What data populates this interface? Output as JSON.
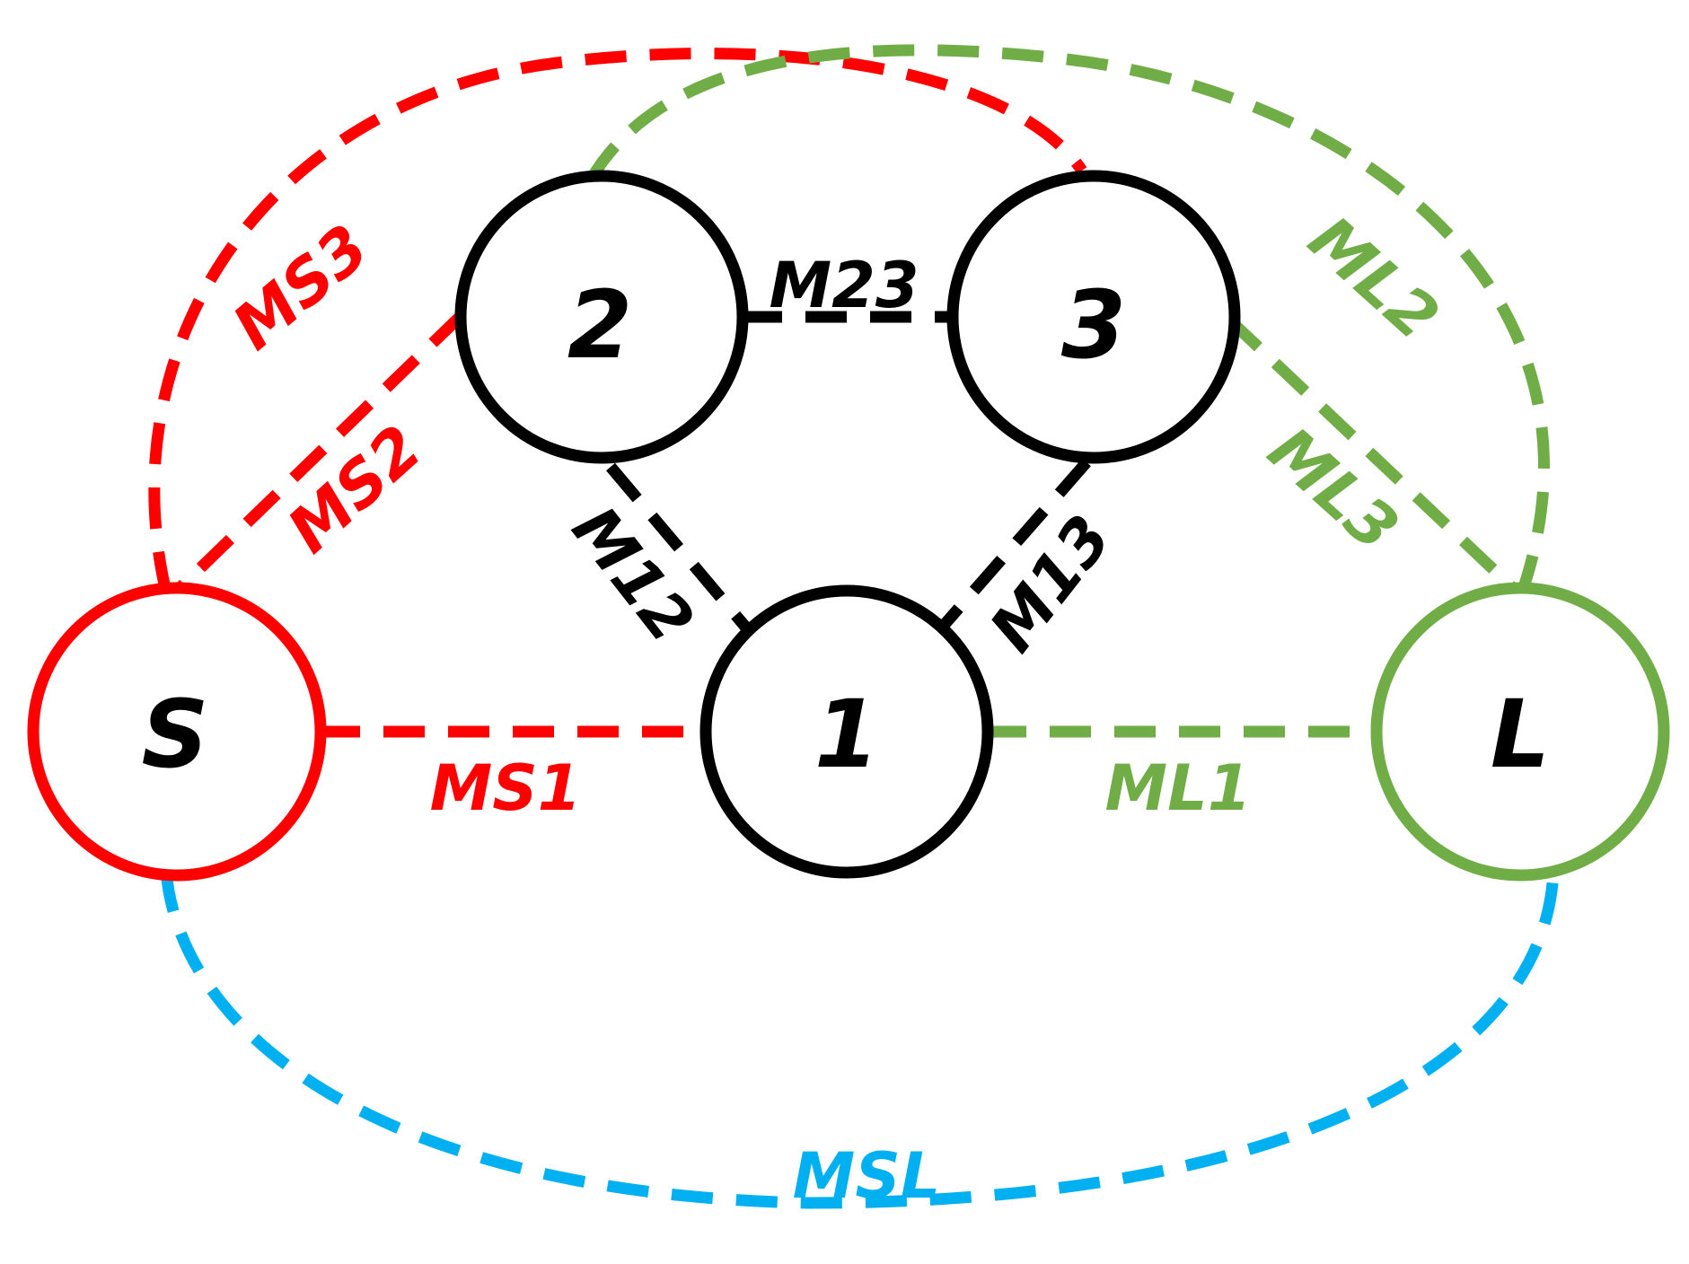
{
  "colors": {
    "black": "#000000",
    "red": "#ff0000",
    "green": "#70ad47",
    "blue": "#00b0f0"
  },
  "nodes": {
    "s": "S",
    "n1": "1",
    "n2": "2",
    "n3": "3",
    "l": "L"
  },
  "edges": {
    "m12": "M12",
    "m13": "M13",
    "m23": "M23",
    "ms1": "MS1",
    "ms2": "MS2",
    "ms3": "MS3",
    "ml1": "ML1",
    "ml2": "ML2",
    "ml3": "ML3",
    "msl": "MSL"
  }
}
